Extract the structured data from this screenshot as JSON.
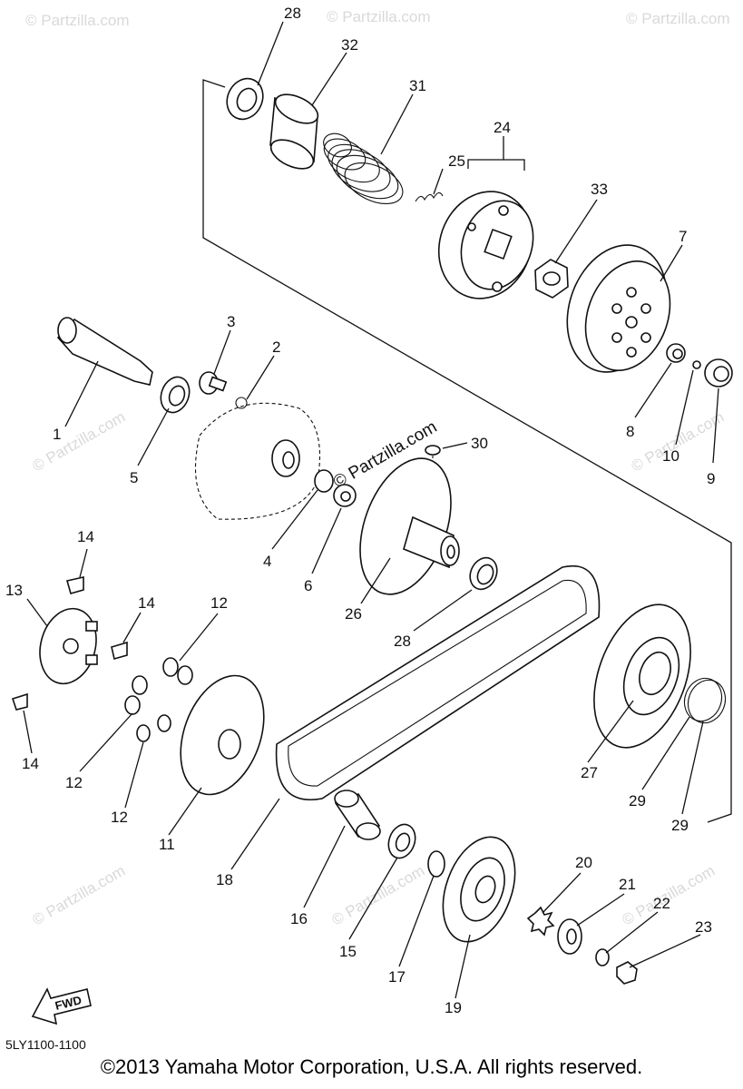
{
  "watermark": "© Partzilla.com",
  "watermark_center": "© Partzilla.com",
  "diagram_code": "5LY1100-1100",
  "copyright": "©2013 Yamaha Motor Corporation, U.S.A. All rights reserved.",
  "fwd_label": "FWD",
  "callouts": {
    "p1": "1",
    "p2": "2",
    "p3": "3",
    "p4": "4",
    "p5": "5",
    "p6": "6",
    "p7": "7",
    "p8": "8",
    "p9": "9",
    "p10": "10",
    "p11": "11",
    "p12a": "12",
    "p12b": "12",
    "p12c": "12",
    "p13": "13",
    "p14a": "14",
    "p14b": "14",
    "p14c": "14",
    "p15": "15",
    "p16": "16",
    "p17": "17",
    "p18": "18",
    "p19": "19",
    "p20": "20",
    "p21": "21",
    "p22": "22",
    "p23": "23",
    "p24": "24",
    "p25": "25",
    "p26": "26",
    "p27": "27",
    "p28a": "28",
    "p28b": "28",
    "p29a": "29",
    "p29b": "29",
    "p30": "30",
    "p31": "31",
    "p32": "32",
    "p33": "33"
  }
}
